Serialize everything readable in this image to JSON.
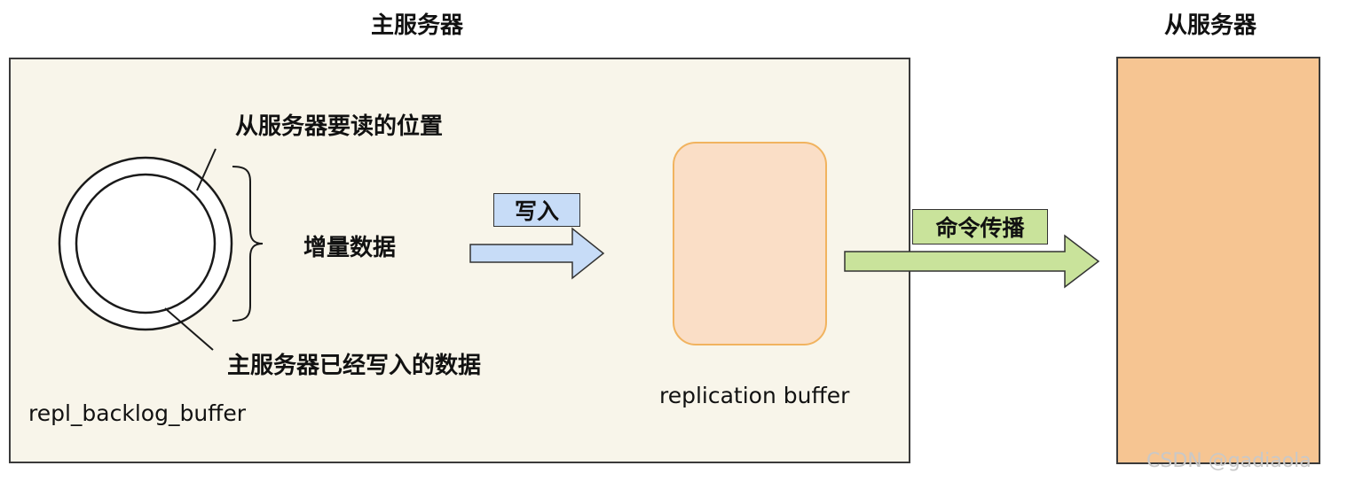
{
  "master": {
    "title": "主服务器",
    "backlog_label": "repl_backlog_buffer",
    "read_position_label": "从服务器要读的位置",
    "incremental_label": "增量数据",
    "written_label": "主服务器已经写入的数据",
    "write_tag": "写入",
    "replication_buffer_label": "replication buffer",
    "colors": {
      "background": "#f8f5ea",
      "replication_buffer_fill": "#fadec6",
      "replication_buffer_border": "#f1b35f",
      "write_arrow": "#c7dcf7"
    }
  },
  "slave": {
    "title": "从服务器",
    "colors": {
      "fill": "#f6c592"
    }
  },
  "propagation": {
    "tag": "命令传播",
    "colors": {
      "arrow": "#c9e39b"
    }
  },
  "watermark": "CSDN @gadiaola"
}
